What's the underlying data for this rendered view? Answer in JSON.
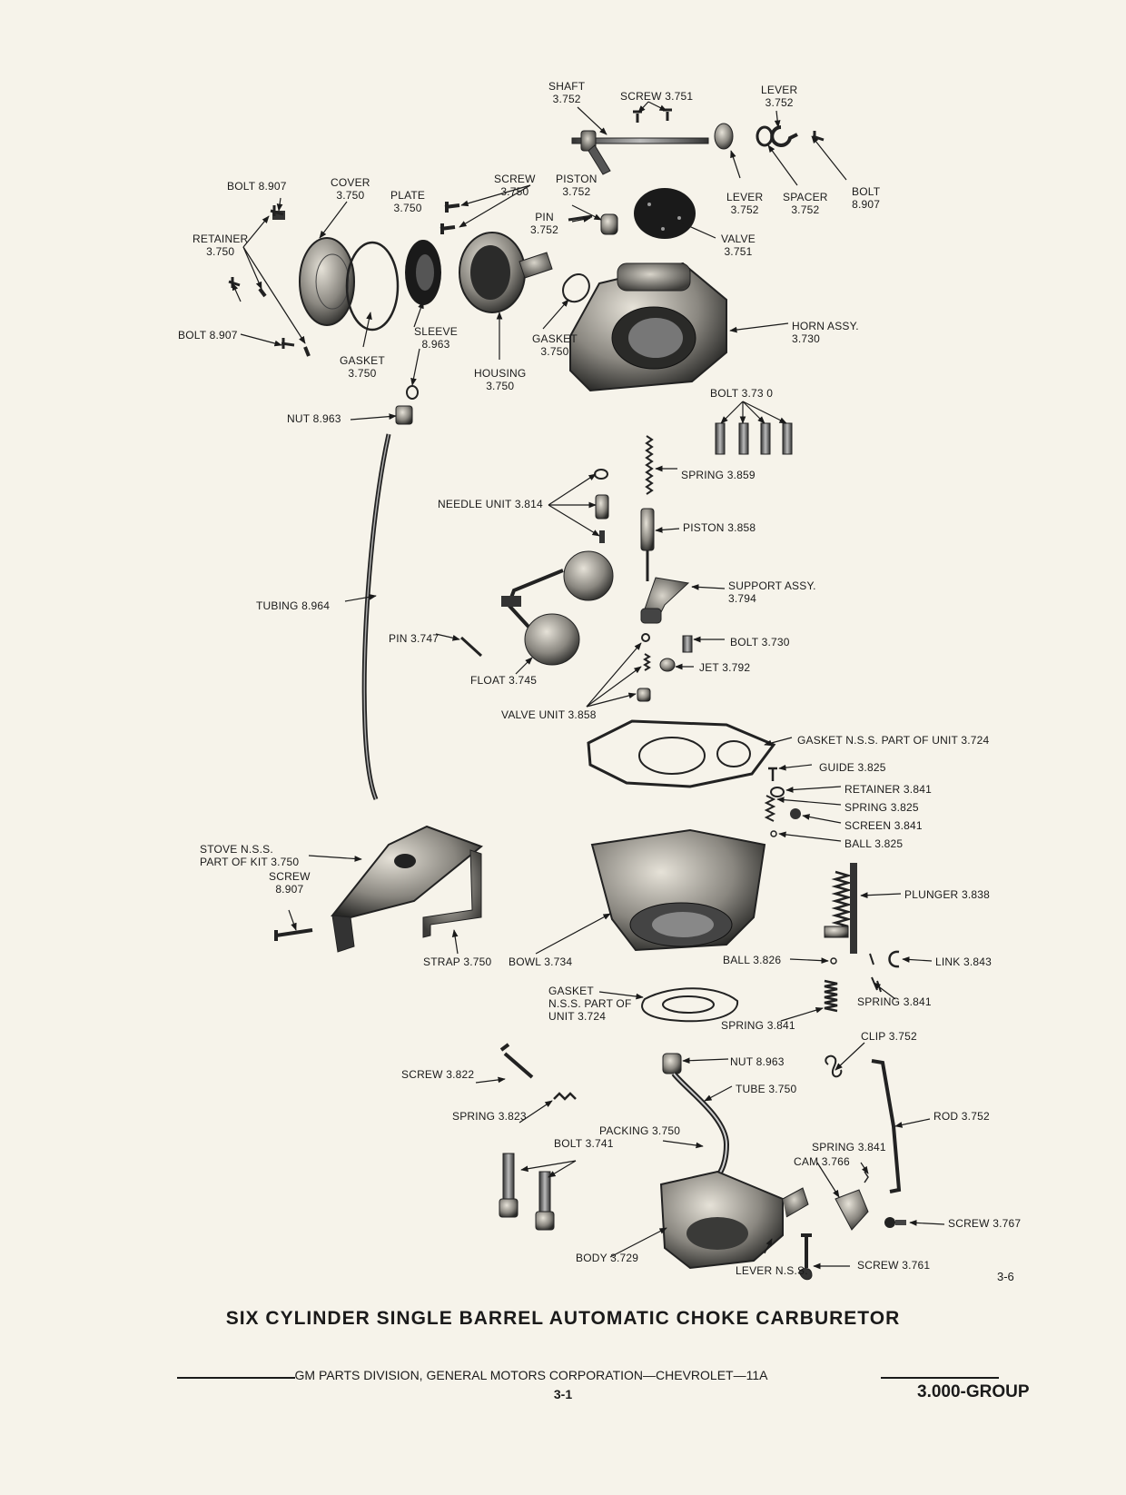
{
  "title": "SIX CYLINDER SINGLE BARREL AUTOMATIC CHOKE CARBURETOR",
  "page_ref": "3-6",
  "footer": {
    "publisher": "GM PARTS DIVISION, GENERAL MOTORS CORPORATION—CHEVROLET—11A",
    "page": "3-1",
    "group": "3.000-GROUP"
  },
  "labels": {
    "shaft": [
      "SHAFT",
      "3.752"
    ],
    "screw_3751": [
      "SCREW 3.751"
    ],
    "lever_top": [
      "LEVER",
      "3.752"
    ],
    "lever_mid": [
      "LEVER",
      "3.752"
    ],
    "spacer": [
      "SPACER",
      "3.752"
    ],
    "bolt_8907_right": [
      "BOLT",
      "8.907"
    ],
    "bolt_8907_topleft": [
      "BOLT 8.907"
    ],
    "cover": [
      "COVER",
      "3.750"
    ],
    "plate": [
      "PLATE",
      "3.750"
    ],
    "screw_3750": [
      "SCREW",
      "3.750"
    ],
    "piston_3752": [
      "PISTON",
      "3.752"
    ],
    "pin_3752": [
      "PIN",
      "3.752"
    ],
    "valve_3751": [
      "VALVE",
      "3.751"
    ],
    "retainer_3750": [
      "RETAINER",
      "3.750"
    ],
    "bolt_8907_left": [
      "BOLT 8.907"
    ],
    "gasket_3750_left": [
      "GASKET",
      "3.750"
    ],
    "sleeve": [
      "SLEEVE",
      "8.963"
    ],
    "housing": [
      "HOUSING",
      "3.750"
    ],
    "gasket_3750_mid": [
      "GASKET",
      "3.750"
    ],
    "horn_assy": [
      "HORN ASSY.",
      "3.730"
    ],
    "bolt_3730_top": [
      "BOLT 3.73 0"
    ],
    "nut_8963_top": [
      "NUT 8.963"
    ],
    "spring_3859": [
      "SPRING 3.859"
    ],
    "needle_unit": [
      "NEEDLE UNIT 3.814"
    ],
    "piston_3858": [
      "PISTON 3.858"
    ],
    "support_assy": [
      "SUPPORT ASSY.",
      "3.794"
    ],
    "tubing": [
      "TUBING 8.964"
    ],
    "pin_3747": [
      "PIN 3.747"
    ],
    "bolt_3730_mid": [
      "BOLT 3.730"
    ],
    "jet": [
      "JET 3.792"
    ],
    "float": [
      "FLOAT 3.745"
    ],
    "valve_unit": [
      "VALVE UNIT 3.858"
    ],
    "gasket_unit_3724": [
      "GASKET N.S.S. PART OF UNIT 3.724"
    ],
    "guide": [
      "GUIDE 3.825"
    ],
    "retainer_3841": [
      "RETAINER 3.841"
    ],
    "spring_3825": [
      "SPRING 3.825"
    ],
    "screen": [
      "SCREEN 3.841"
    ],
    "ball_3825": [
      "BALL 3.825"
    ],
    "stove": [
      "STOVE N.S.S.",
      "PART OF KIT 3.750"
    ],
    "screw_8907": [
      "SCREW",
      "8.907"
    ],
    "plunger": [
      "PLUNGER 3.838"
    ],
    "strap": [
      "STRAP 3.750"
    ],
    "bowl": [
      "BOWL 3.734"
    ],
    "ball_3826": [
      "BALL 3.826"
    ],
    "link": [
      "LINK 3.843"
    ],
    "gasket_lower": [
      "GASKET",
      "N.S.S. PART OF",
      "UNIT 3.724"
    ],
    "spring_3841_right": [
      "SPRING 3.841"
    ],
    "spring_3841_mid": [
      "SPRING 3.841"
    ],
    "clip": [
      "CLIP 3.752"
    ],
    "screw_3822": [
      "SCREW 3.822"
    ],
    "nut_8963_lower": [
      "NUT 8.963"
    ],
    "tube_3750": [
      "TUBE 3.750"
    ],
    "rod": [
      "ROD 3.752"
    ],
    "spring_3823": [
      "SPRING 3.823"
    ],
    "packing": [
      "PACKING 3.750"
    ],
    "bolt_3741": [
      "BOLT 3.741"
    ],
    "spring_3841_lower": [
      "SPRING 3.841"
    ],
    "cam": [
      "CAM 3.766"
    ],
    "screw_3767": [
      "SCREW 3.767"
    ],
    "body": [
      "BODY 3.729"
    ],
    "lever_nss": [
      "LEVER N.S.S."
    ],
    "screw_3761": [
      "SCREW 3.761"
    ]
  }
}
